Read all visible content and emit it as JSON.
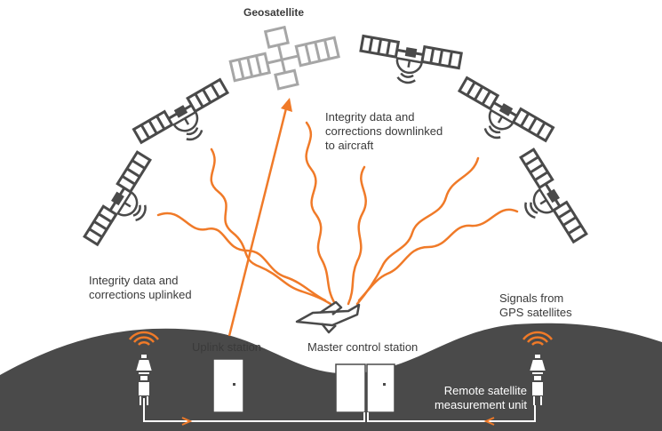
{
  "labels": {
    "geosatellite": "Geosatellite",
    "downlink": "Integrity data and\ncorrections downlinked\nto aircraft",
    "uplinked": "Integrity data and\ncorrections uplinked",
    "signals": "Signals from\nGPS satellites",
    "uplink_station": "Uplink station",
    "master_station": "Master control station",
    "remote_unit": "Remote satellite\nmeasurement unit"
  },
  "colors": {
    "accent": "#f07a28",
    "dark": "#4a4a4a",
    "gray": "#8a8a8a",
    "light_gray": "#a6a6a6"
  }
}
